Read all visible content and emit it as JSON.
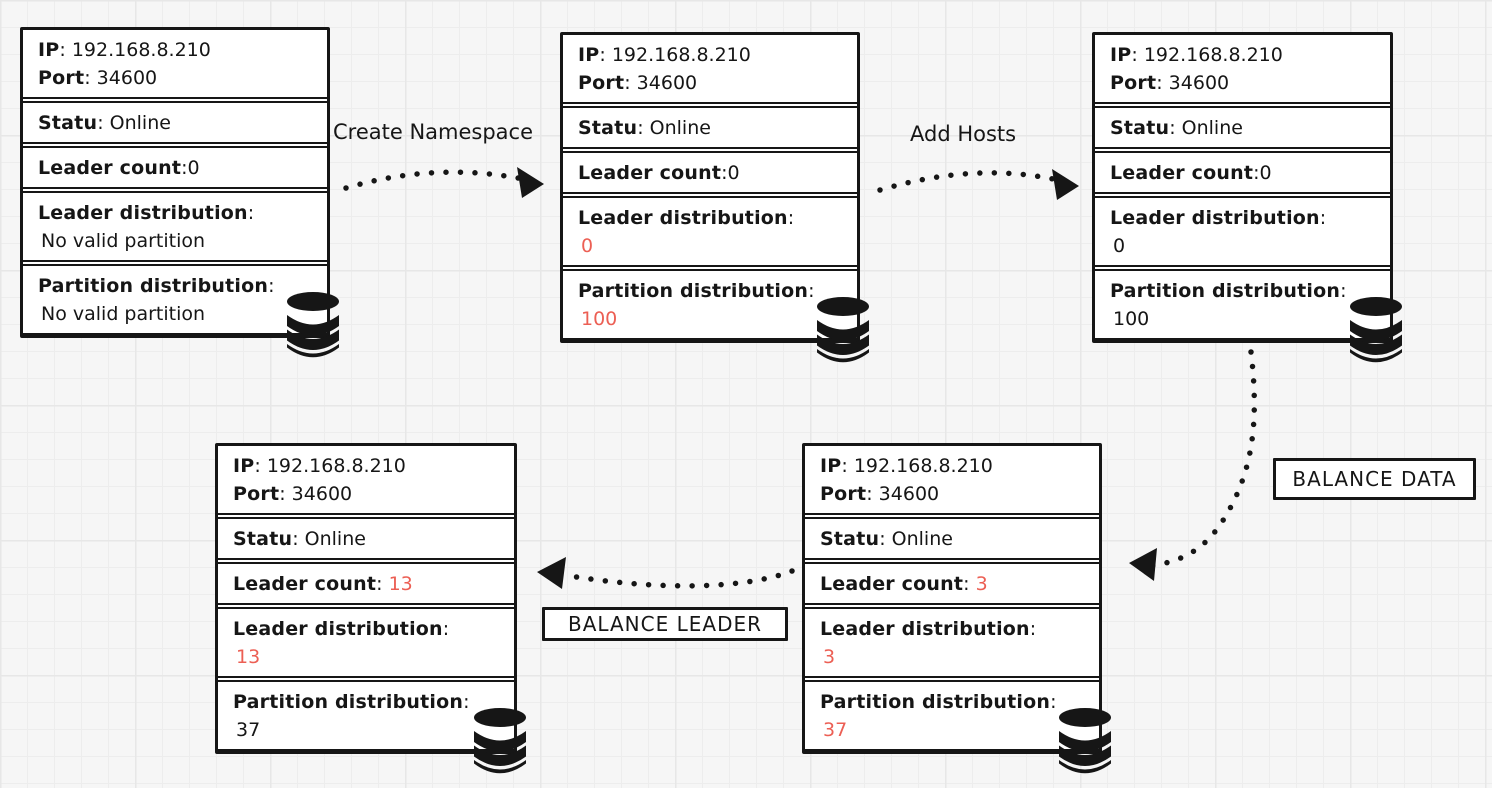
{
  "diagram": {
    "type": "database-cluster-scaling-flow",
    "colors": {
      "ink": "#161616",
      "accent_red": "#ec5f54",
      "canvas_bg": "#f6f6f6",
      "node_bg": "#ffffff",
      "grid_line": "#e7e7e7"
    },
    "icons": {
      "node_badge": "database-icon"
    }
  },
  "nodes": [
    {
      "id": "node-initial",
      "ip_label": "IP",
      "ip_value": ": 192.168.8.210",
      "port_label": "Port",
      "port_value": ": 34600",
      "status_label": "Statu",
      "status_value": ": Online",
      "leader_count_label": "Leader count",
      "leader_count_sep": ":",
      "leader_count_value": "0",
      "leader_dist_label": "Leader distribution",
      "leader_dist_colon": ":",
      "leader_dist_value": "No valid partition",
      "part_dist_label": "Partition distribution",
      "part_dist_colon": ":",
      "part_dist_value": "No valid partition"
    },
    {
      "id": "node-after-create-namespace",
      "ip_label": "IP",
      "ip_value": ": 192.168.8.210",
      "port_label": "Port",
      "port_value": ": 34600",
      "status_label": "Statu",
      "status_value": ": Online",
      "leader_count_label": "Leader count",
      "leader_count_sep": ":",
      "leader_count_value": "0",
      "leader_dist_label": "Leader distribution",
      "leader_dist_colon": ":",
      "leader_dist_value": "0",
      "part_dist_label": "Partition distribution",
      "part_dist_colon": ":",
      "part_dist_value": "100"
    },
    {
      "id": "node-after-add-hosts",
      "ip_label": "IP",
      "ip_value": ": 192.168.8.210",
      "port_label": "Port",
      "port_value": ": 34600",
      "status_label": "Statu",
      "status_value": ": Online",
      "leader_count_label": "Leader count",
      "leader_count_sep": ":",
      "leader_count_value": "0",
      "leader_dist_label": "Leader distribution",
      "leader_dist_colon": ":",
      "leader_dist_value": "0",
      "part_dist_label": "Partition distribution",
      "part_dist_colon": ":",
      "part_dist_value": "100"
    },
    {
      "id": "node-after-balance-leader",
      "ip_label": "IP",
      "ip_value": ": 192.168.8.210",
      "port_label": "Port",
      "port_value": ": 34600",
      "status_label": "Statu",
      "status_value": ": Online",
      "leader_count_label": "Leader count",
      "leader_count_sep": ": ",
      "leader_count_value": "13",
      "leader_dist_label": "Leader distribution",
      "leader_dist_colon": ":",
      "leader_dist_value": "13",
      "part_dist_label": "Partition distribution",
      "part_dist_colon": ":",
      "part_dist_value": "37"
    },
    {
      "id": "node-after-balance-data",
      "ip_label": "IP",
      "ip_value": ": 192.168.8.210",
      "port_label": "Port",
      "port_value": ": 34600",
      "status_label": "Statu",
      "status_value": ": Online",
      "leader_count_label": "Leader count",
      "leader_count_sep": ": ",
      "leader_count_value": "3",
      "leader_dist_label": "Leader distribution",
      "leader_dist_colon": ":",
      "leader_dist_value": "3",
      "part_dist_label": "Partition distribution",
      "part_dist_colon": ":",
      "part_dist_value": "37"
    }
  ],
  "arrows": {
    "create_namespace": "Create Namespace",
    "add_hosts": "Add Hosts",
    "balance_data": "BALANCE DATA",
    "balance_leader": "BALANCE LEADER"
  }
}
